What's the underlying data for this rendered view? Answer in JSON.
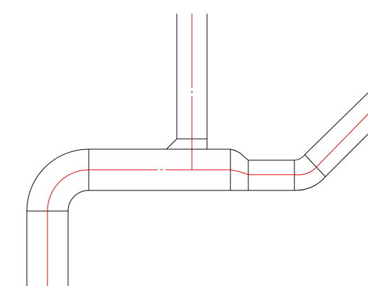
{
  "drawing": {
    "background_color": "#ffffff",
    "outline_color": "#000000",
    "centerline_color": "#e00000",
    "components": [
      "vertical-branch-duct",
      "branch-collar",
      "main-straight-duct",
      "reducer-transition",
      "narrow-straight-duct",
      "diagonal-elbow",
      "diagonal-duct",
      "main-elbow-90",
      "vertical-drop-duct"
    ]
  }
}
